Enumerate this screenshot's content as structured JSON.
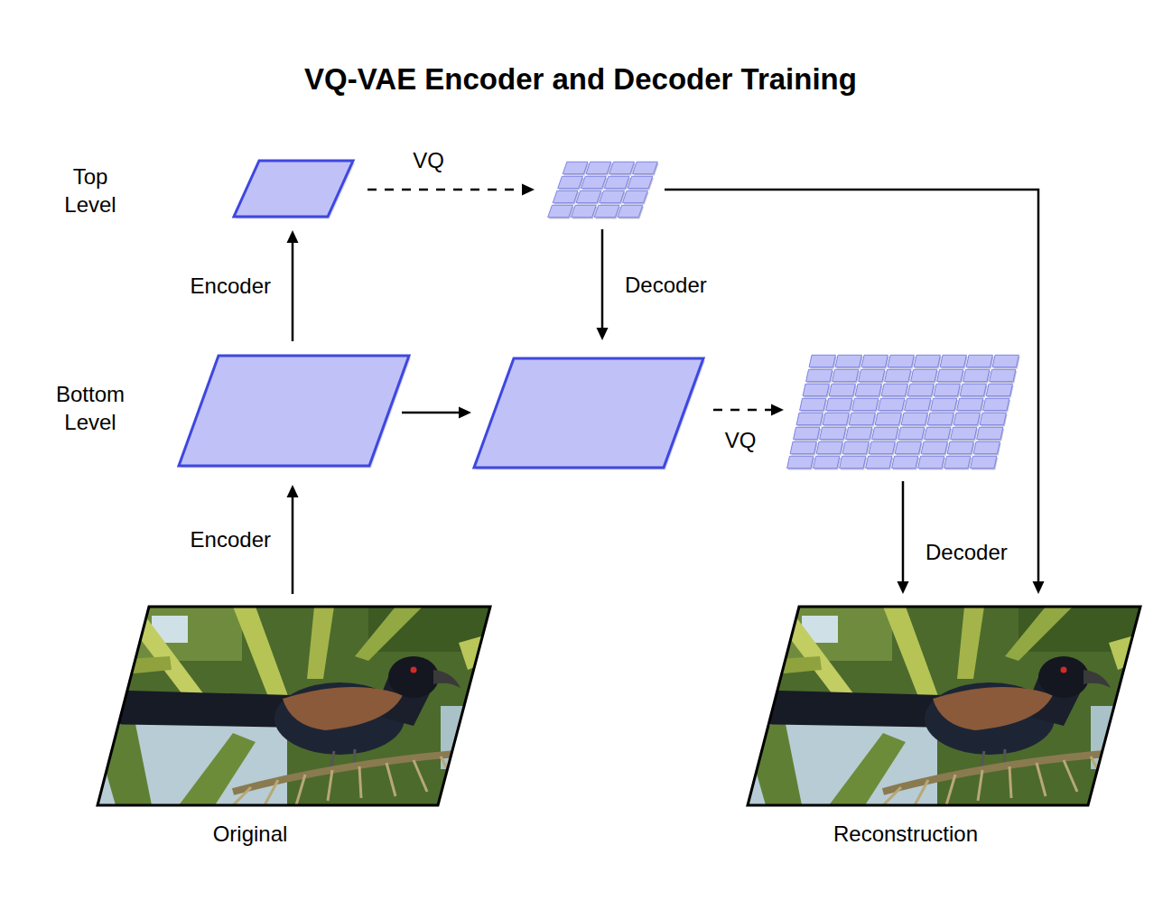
{
  "diagram": {
    "title": "VQ-VAE Encoder and Decoder Training",
    "nodes": [
      {
        "text": [
          "Original"
        ]
      },
      {
        "text": []
      },
      {
        "text": []
      },
      {
        "text": []
      },
      {
        "text": []
      },
      {
        "text": []
      },
      {
        "text": [
          "Reconstruction"
        ]
      }
    ],
    "edges": [
      {
        "from": 0,
        "to": 1,
        "arrow": "to",
        "label": "Encoder"
      },
      {
        "from": 1,
        "to": 2,
        "arrow": "to",
        "label": "Encoder"
      },
      {
        "from": 2,
        "to": 3,
        "arrow": "to",
        "label": "VQ"
      },
      {
        "from": 3,
        "to": 4,
        "arrow": "to",
        "label": "Decoder"
      },
      {
        "from": 1,
        "to": 4,
        "arrow": "to"
      },
      {
        "from": 4,
        "to": 5,
        "arrow": "to",
        "label": "VQ"
      },
      {
        "from": 5,
        "to": 6,
        "arrow": "to",
        "label": "Decoder"
      },
      {
        "from": 3,
        "to": 6,
        "arrow": "to"
      }
    ],
    "labels": [
      "Top Level",
      "Bottom Level"
    ]
  }
}
